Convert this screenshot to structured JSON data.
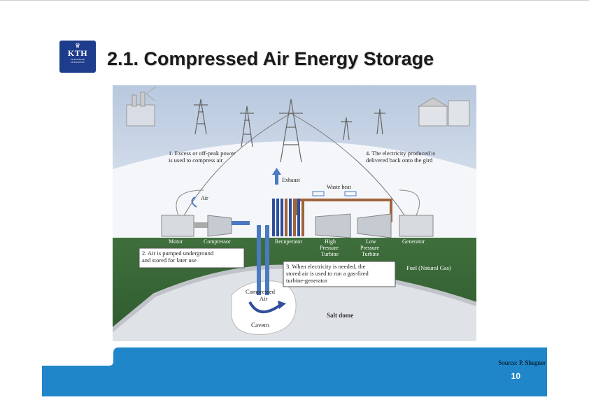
{
  "slide": {
    "title": "2.1. Compressed Air Energy Storage",
    "source": "Source: P. Shegner",
    "page_number": "10"
  },
  "logo": {
    "text": "KTH",
    "subtitle_1": "VETENSKAP",
    "subtitle_2": "OCH KONST"
  },
  "diagram": {
    "step1_line1": "1. Excess or off-peak power",
    "step1_line2": "is used to compress air",
    "step4_line1": "4. The electricity produced is",
    "step4_line2": "delivered back onto the gird",
    "exhaust": "Exhaust",
    "waste_heat": "Waste heat",
    "air": "Air",
    "motor": "Motor",
    "compressor": "Compressor",
    "recuperator": "Recuperator",
    "high_1": "High",
    "high_2": "Pressure",
    "high_3": "Turbine",
    "low_1": "Low",
    "low_2": "Pressure",
    "low_3": "Turbine",
    "generator": "Generator",
    "step2_line1": "2. Air is pumped underground",
    "step2_line2": "and stored for later use",
    "fuel": "Fuel (Natural Gas)",
    "step3_line1": "3. When electricity is needed, the",
    "step3_line2": "stored air is used to run a gas-fired",
    "step3_line3": "turbine-generator",
    "compressed_1": "Compressed",
    "compressed_2": "Air",
    "cavern": "Cavern",
    "salt_dome": "Salt dome"
  },
  "colors": {
    "footer": "#1f86c9",
    "logo": "#1e3c8c",
    "ground": "#3c6b3a",
    "sky": "#c9d6e8"
  }
}
